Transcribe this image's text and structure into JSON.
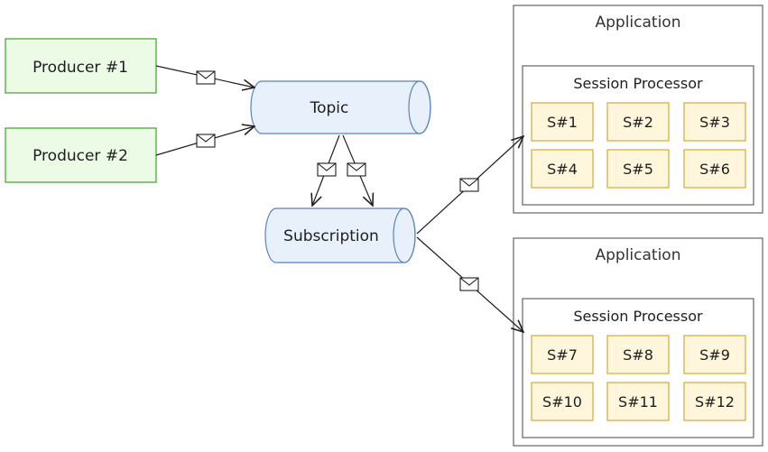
{
  "producers": [
    {
      "label": "Producer #1"
    },
    {
      "label": "Producer #2"
    }
  ],
  "topic": {
    "label": "Topic"
  },
  "subscription": {
    "label": "Subscription"
  },
  "applications": [
    {
      "title": "Application",
      "processor": "Session Processor",
      "sessions": [
        "S#1",
        "S#2",
        "S#3",
        "S#4",
        "S#5",
        "S#6"
      ]
    },
    {
      "title": "Application",
      "processor": "Session Processor",
      "sessions": [
        "S#7",
        "S#8",
        "S#9",
        "S#10",
        "S#11",
        "S#12"
      ]
    }
  ],
  "icons": {
    "message": "envelope-icon"
  },
  "colors": {
    "producer_stroke": "#40a02b",
    "producer_fill": "#ebfbe6",
    "queue_stroke": "#5a84b8",
    "queue_fill": "#e7f0fb",
    "session_stroke": "#d4a935",
    "session_fill": "#fff6dc"
  }
}
